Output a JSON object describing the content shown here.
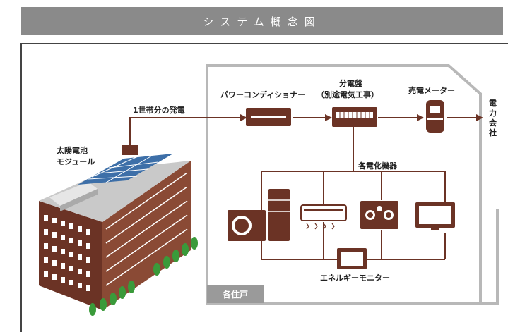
{
  "header": {
    "title": "システム概念図"
  },
  "labels": {
    "solar_cell_line1": "太陽電池",
    "solar_cell_line2": "モジュール",
    "generation": "1世帯分の発電",
    "power_conditioner": "パワーコンディショナー",
    "distribution_board_line1": "分電盤",
    "distribution_board_line2": "（別途電気工事）",
    "sales_meter": "売電メーター",
    "power_company": "電力会社",
    "appliances": "各電化機器",
    "energy_monitor": "エネルギーモニター",
    "each_unit": "各住戸"
  },
  "icons": [
    "building-icon",
    "solar-panel-icon",
    "power-conditioner-icon",
    "distribution-board-icon",
    "meter-icon",
    "washer-dryer-icon",
    "refrigerator-icon",
    "air-conditioner-icon",
    "ih-stove-icon",
    "television-icon",
    "energy-monitor-icon"
  ],
  "colors": {
    "accent": "#6b3325",
    "banner": "#8a8a8a",
    "panel": "#3d6fa8",
    "tree": "#3a9a3a",
    "line": "#6b3325"
  }
}
